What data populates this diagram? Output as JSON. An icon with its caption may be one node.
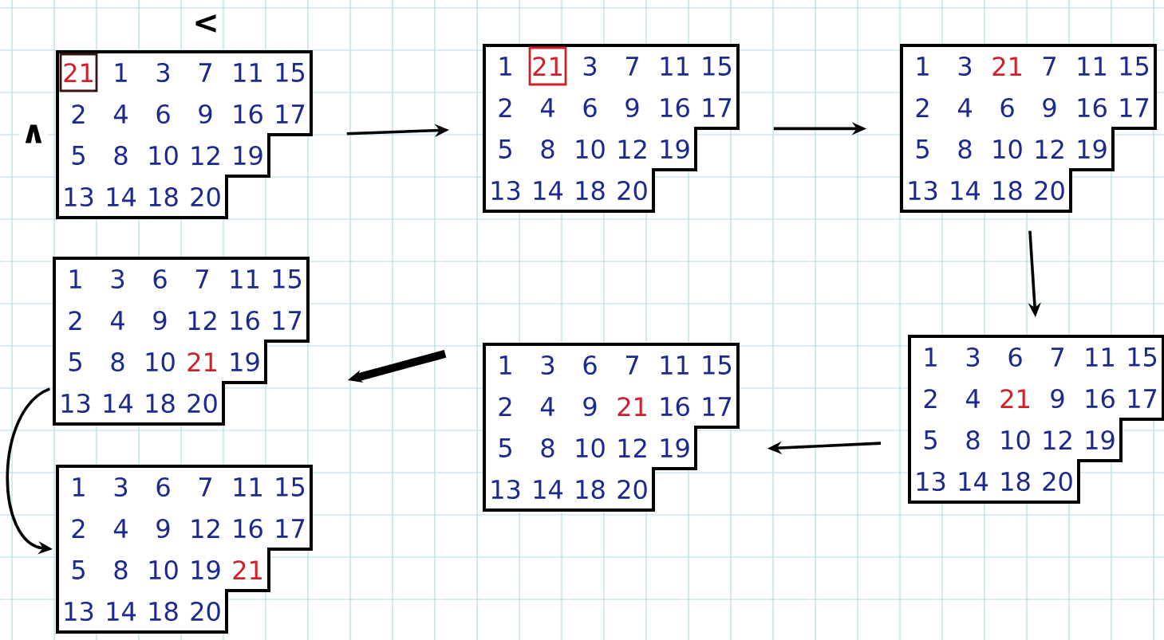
{
  "diagram": {
    "nodes": [
      {
        "text": [
          "21",
          "1",
          "3",
          "7",
          "11",
          "15",
          "2",
          "4",
          "6",
          "9",
          "16",
          "17",
          "5",
          "8",
          "10",
          "12",
          "19",
          "13",
          "14",
          "18",
          "20"
        ],
        "beside": [
          "<",
          "∧"
        ]
      },
      {
        "text": [
          "1",
          "21",
          "3",
          "7",
          "11",
          "15",
          "2",
          "4",
          "6",
          "9",
          "16",
          "17",
          "5",
          "8",
          "10",
          "12",
          "19",
          "13",
          "14",
          "18",
          "20"
        ]
      },
      {
        "text": [
          "1",
          "3",
          "21",
          "7",
          "11",
          "15",
          "2",
          "4",
          "6",
          "9",
          "16",
          "17",
          "5",
          "8",
          "10",
          "12",
          "19",
          "13",
          "14",
          "18",
          "20"
        ]
      },
      {
        "text": [
          "1",
          "3",
          "6",
          "7",
          "11",
          "15",
          "2",
          "4",
          "9",
          "12",
          "16",
          "17",
          "5",
          "8",
          "10",
          "21",
          "19",
          "13",
          "14",
          "18",
          "20"
        ]
      },
      {
        "text": [
          "1",
          "3",
          "6",
          "7",
          "11",
          "15",
          "2",
          "4",
          "9",
          "21",
          "16",
          "17",
          "5",
          "8",
          "10",
          "12",
          "19",
          "13",
          "14",
          "18",
          "20"
        ]
      },
      {
        "text": [
          "1",
          "3",
          "6",
          "7",
          "11",
          "15",
          "2",
          "4",
          "21",
          "9",
          "16",
          "17",
          "5",
          "8",
          "10",
          "12",
          "19",
          "13",
          "14",
          "18",
          "20"
        ]
      },
      {
        "text": [
          "1",
          "3",
          "6",
          "7",
          "11",
          "15",
          "2",
          "4",
          "9",
          "12",
          "16",
          "17",
          "5",
          "8",
          "10",
          "19",
          "21",
          "13",
          "14",
          "18",
          "20"
        ]
      }
    ],
    "edges": [
      {
        "from": 0,
        "to": 1,
        "arrow": "to"
      },
      {
        "from": 1,
        "to": 2,
        "arrow": "to"
      },
      {
        "from": 2,
        "to": 5,
        "arrow": "to"
      },
      {
        "from": 5,
        "to": 4,
        "arrow": "to"
      },
      {
        "from": 4,
        "to": 3,
        "arrow": "to",
        "style": "thick"
      },
      {
        "from": 3,
        "to": 6,
        "arrow": "to"
      }
    ]
  }
}
